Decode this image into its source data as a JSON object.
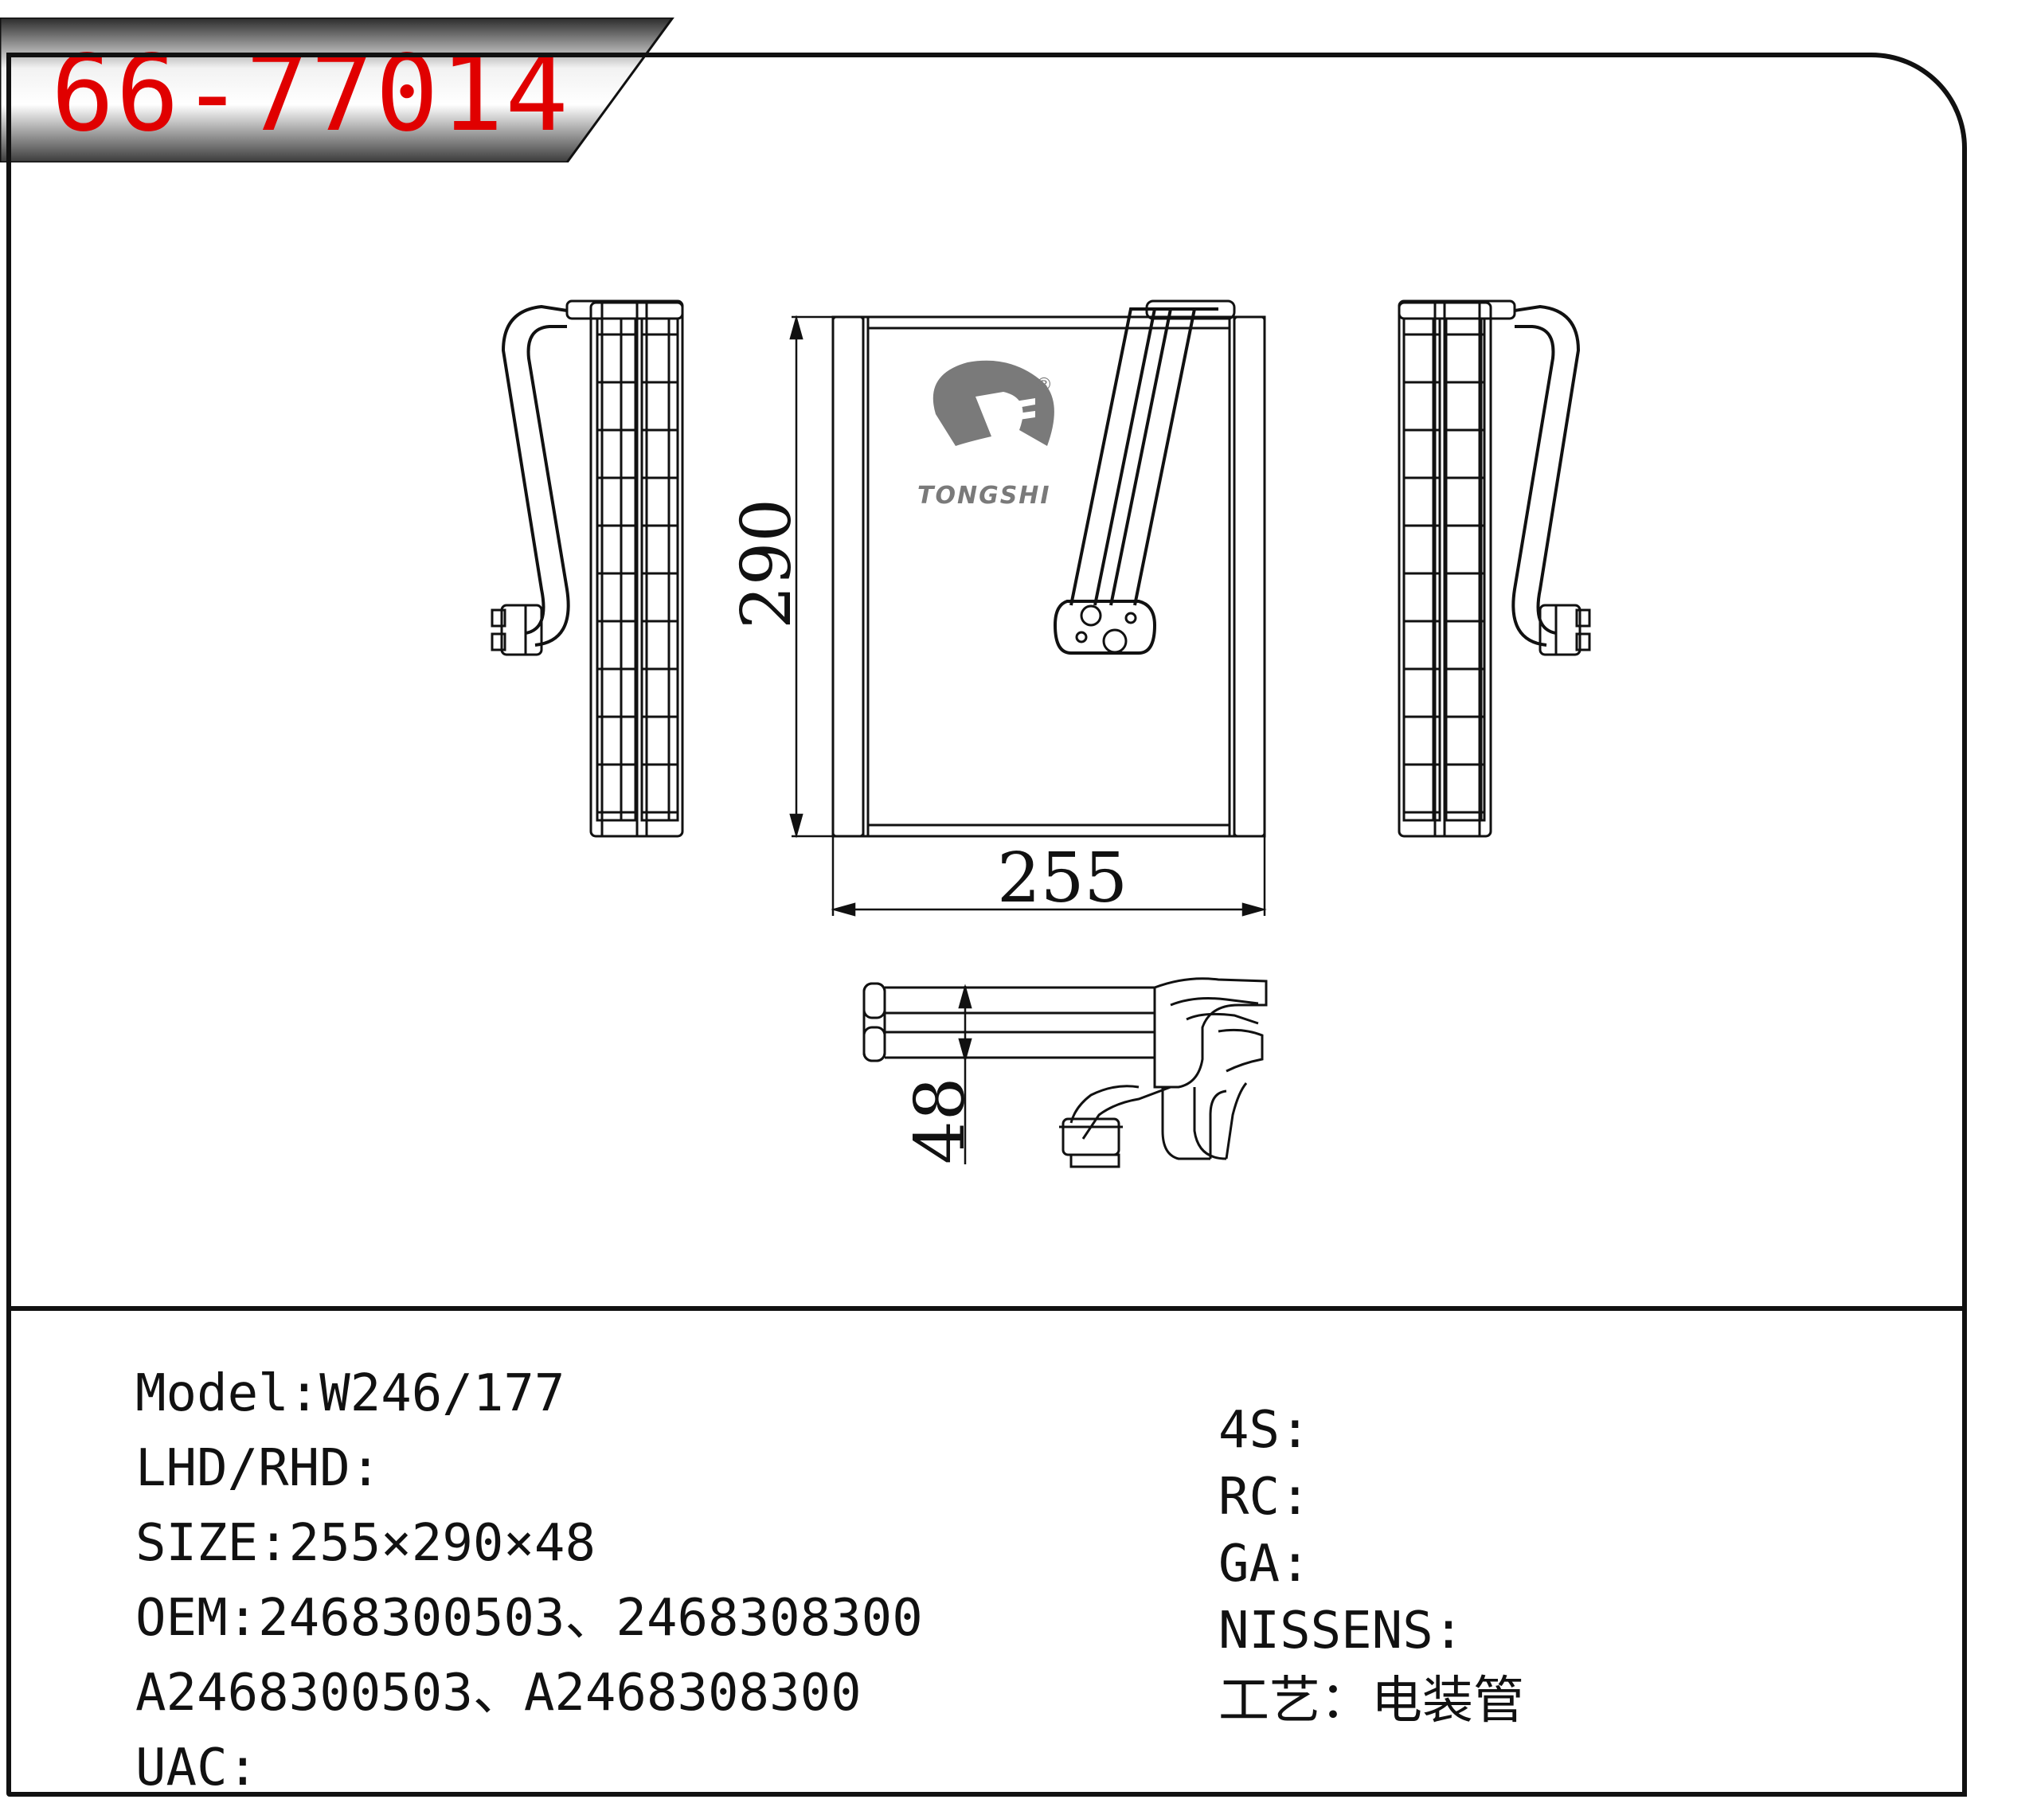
{
  "header": {
    "title": "66-77014"
  },
  "drawing": {
    "dimensions": {
      "height": "290",
      "width": "255",
      "depth": "48"
    },
    "logo": {
      "brand": "TONGSHI",
      "registered_mark": "®"
    }
  },
  "specs_left": [
    {
      "label": "Model",
      "sep": ":",
      "value": "W246/177"
    },
    {
      "label": "LHD/RHD",
      "sep": ":",
      "value": ""
    },
    {
      "label": "SIZE",
      "sep": ":",
      "value": "255×290×48"
    },
    {
      "label": "OEM",
      "sep": ":",
      "value": "2468300503、2468308300"
    },
    {
      "label": "",
      "sep": "",
      "value": "A2468300503、A2468308300"
    },
    {
      "label": "UAC",
      "sep": ":",
      "value": ""
    }
  ],
  "specs_right": [
    {
      "label": "4S",
      "sep": ":",
      "value": ""
    },
    {
      "label": "RC",
      "sep": ":",
      "value": ""
    },
    {
      "label": "GA",
      "sep": ":",
      "value": ""
    },
    {
      "label": "NISSENS",
      "sep": ":",
      "value": ""
    },
    {
      "label": "工艺",
      "sep": "：",
      "value": "电装管"
    }
  ],
  "colors": {
    "title": "#e00000",
    "line": "#111111",
    "logo": "#7a7a7a"
  }
}
